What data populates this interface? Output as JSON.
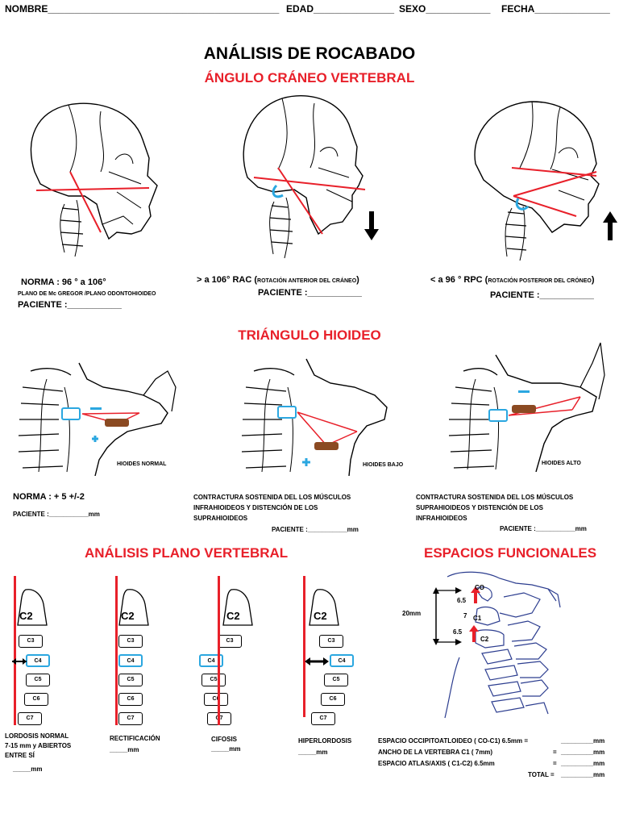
{
  "header": {
    "nombre": "NOMBRE___________________________________________",
    "edad": "EDAD_______________",
    "sexo": "SEXO____________",
    "fecha": "FECHA______________"
  },
  "title": "ANÁLISIS  DE ROCABADO",
  "section1": {
    "title": "ÁNGULO CRÁNEO VERTEBRAL",
    "col1": {
      "norma": "NORMA : 96 ° a  106°",
      "plano": "PLANO DE Mc GREGOR /PLANO ODONTOHIOIDEO",
      "paciente": "PACIENTE :___________"
    },
    "col2": {
      "label": "> a  106°  RAC (",
      "label_small": "ROTACIÓN ANTERIOR DEL CRÁNEO",
      "label_end": ")",
      "paciente": "PACIENTE :___________"
    },
    "col3": {
      "label": "< a 96 ° RPC (",
      "label_small": "ROTACIÓN POSTERIOR DEL CRÓNEO",
      "label_end": ")",
      "paciente": "PACIENTE :___________"
    }
  },
  "section2": {
    "title": "TRIÁNGULO HIOIDEO",
    "col1": {
      "caption": "HIOIDES NORMAL",
      "norma": "NORMA :  + 5  +/-2",
      "paciente": "PACIENTE :___________mm"
    },
    "col2": {
      "caption": "HIOIDES  BAJO",
      "desc": [
        "CONTRACTURA SOSTENIDA DEL LOS MÚSCULOS",
        "INFRAHIOIDEOS Y DISTENCIÓN DE LOS",
        "SUPRAHIOIDEOS"
      ],
      "paciente": "PACIENTE :___________mm"
    },
    "col3": {
      "caption": "HIOIDES ALTO",
      "desc": [
        "CONTRACTURA SOSTENIDA DEL LOS MÚSCULOS",
        "SUPRAHIOIDEOS Y DISTENCIÓN DE LOS",
        "INFRAHIOIDEOS"
      ],
      "paciente": "PACIENTE :___________mm"
    }
  },
  "section3": {
    "title": "ANÁLISIS PLANO VERTEBRAL",
    "vertebrae": [
      "C2",
      "C3",
      "C4",
      "C5",
      "C6",
      "C7"
    ],
    "col1": {
      "lines": [
        "LORDOSIS NORMAL",
        "7-15 mm y ABIERTOS",
        " ENTRE SÍ"
      ],
      "mm": "_____mm"
    },
    "col2": {
      "lines": [
        "RECTIFICACIÓN"
      ],
      "mm": "_____mm"
    },
    "col3": {
      "lines": [
        "CIFOSIS"
      ],
      "mm": "_____mm"
    },
    "col4": {
      "lines": [
        "HIPERLORDOSIS"
      ],
      "mm": "_____mm"
    }
  },
  "section4": {
    "title": "ESPACIOS FUNCIONALES",
    "labels": {
      "co": "CO",
      "c1": "C1",
      "c2": "C2",
      "v1": "6.5",
      "v2": "7",
      "v3": "6.5",
      "height": "20mm"
    },
    "rows": [
      {
        "label": "ESPACIO OCCIPITOATLOIDEO ( CO-C1)  6.5mm =",
        "value": "_________mm"
      },
      {
        "label": "ANCHO DE LA VERTEBRA C1  ( 7mm)",
        "eq": "=",
        "value": "_________mm"
      },
      {
        "label": "ESPACIO ATLAS/AXIS ( C1-C2)  6.5mm",
        "eq": "=",
        "value": "_________mm"
      },
      {
        "label": "TOTAL =",
        "value": "_________mm"
      }
    ]
  },
  "colors": {
    "red": "#e8202a",
    "blue": "#2ba7e0",
    "navy": "#2c3d8f"
  }
}
